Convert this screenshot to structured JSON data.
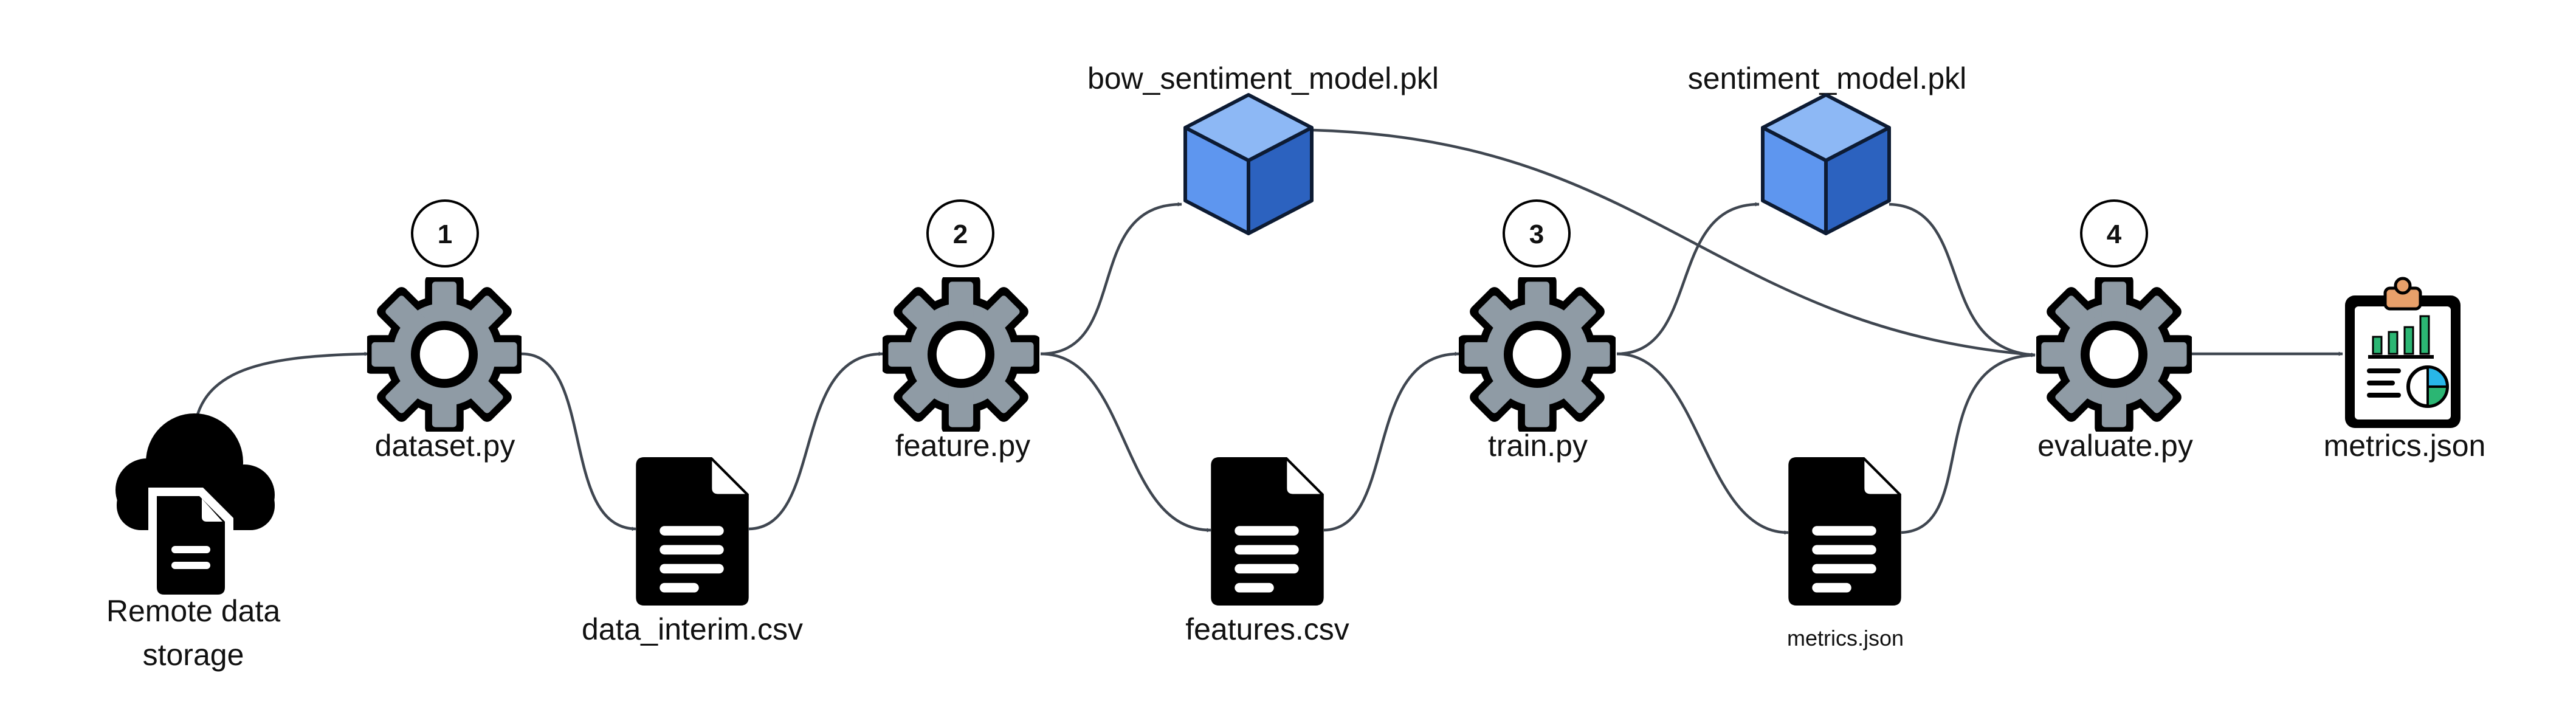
{
  "diagram": {
    "nodes": {
      "remote": {
        "label_line1": "Remote data",
        "label_line2": "storage",
        "icon": "cloud-document-icon"
      },
      "dataset": {
        "label": "dataset.py",
        "step": "1",
        "icon": "gear-icon"
      },
      "data_interim": {
        "label": "data_interim.csv",
        "icon": "document-icon"
      },
      "feature": {
        "label": "feature.py",
        "step": "2",
        "icon": "gear-icon"
      },
      "bow_model": {
        "label": "bow_sentiment_model.pkl",
        "icon": "cube-icon"
      },
      "features_csv": {
        "label": "features.csv",
        "icon": "document-icon"
      },
      "train": {
        "label": "train.py",
        "step": "3",
        "icon": "gear-icon"
      },
      "sentiment_model": {
        "label": "sentiment_model.pkl",
        "icon": "cube-icon"
      },
      "metrics_small": {
        "label": "metrics.json",
        "icon": "document-icon"
      },
      "evaluate": {
        "label": "evaluate.py",
        "step": "4",
        "icon": "gear-icon"
      },
      "metrics_report": {
        "label": "metrics.json",
        "icon": "clipboard-report-icon"
      }
    },
    "edges": [
      {
        "from": "remote",
        "to": "dataset"
      },
      {
        "from": "dataset",
        "to": "data_interim"
      },
      {
        "from": "data_interim",
        "to": "feature"
      },
      {
        "from": "feature",
        "to": "bow_model"
      },
      {
        "from": "feature",
        "to": "features_csv"
      },
      {
        "from": "features_csv",
        "to": "train"
      },
      {
        "from": "train",
        "to": "sentiment_model"
      },
      {
        "from": "train",
        "to": "metrics_small"
      },
      {
        "from": "bow_model",
        "to": "evaluate"
      },
      {
        "from": "sentiment_model",
        "to": "evaluate"
      },
      {
        "from": "metrics_small",
        "to": "evaluate"
      },
      {
        "from": "evaluate",
        "to": "metrics_report"
      }
    ],
    "colors": {
      "gear": "#8f9ba5",
      "outline": "#000000",
      "edge": "#3f4650",
      "cube_top": "#8db8f5",
      "cube_left": "#5e96ef",
      "cube_right": "#2c62bf",
      "clipboard_clip": "#e8a06a",
      "chart_bars": "#2bb673",
      "pie": "#28b6e8"
    }
  }
}
